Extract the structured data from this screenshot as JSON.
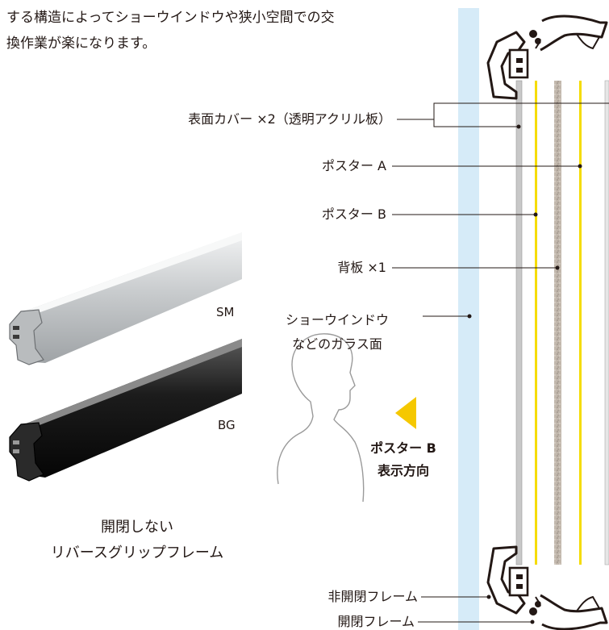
{
  "intro": {
    "line1": "する構造によってショーウインドウや狭小空間での交",
    "line2": "換作業が楽になります。"
  },
  "labels": {
    "cover": "表面カバー ×2（透明アクリル板）",
    "poster_a": "ポスター A",
    "poster_b": "ポスター B",
    "backboard": "背板 ×1",
    "glass_line1": "ショーウインドウ",
    "glass_line2": "などのガラス面",
    "direction_line1": "ポスター B",
    "direction_line2": "表示方向",
    "fixed_frame": "非開閉フレーム",
    "opening_frame": "開閉フレーム"
  },
  "finishes": {
    "silver": "SM",
    "black": "BG"
  },
  "caption": {
    "line1": "開閉しない",
    "line2": "リバースグリップフレーム"
  },
  "colors": {
    "glass": "#d6ebf8",
    "poster": "#f5dc00",
    "backboard": "#b9aea4",
    "arrow": "#f5c800",
    "line": "#231815"
  }
}
